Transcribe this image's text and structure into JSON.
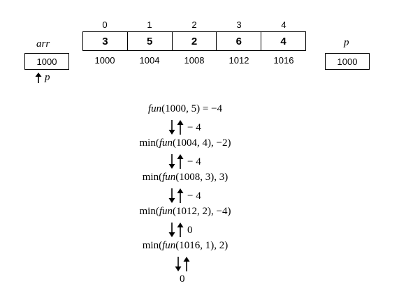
{
  "indices": [
    "0",
    "1",
    "2",
    "3",
    "4"
  ],
  "array_values": [
    "3",
    "5",
    "2",
    "6",
    "4"
  ],
  "addresses": [
    "1000",
    "1004",
    "1008",
    "1012",
    "1016"
  ],
  "arr_label": "arr",
  "arr_value": "1000",
  "arr_pointer_label": "p",
  "p_label": "p",
  "p_value": "1000",
  "trace": [
    {
      "pre": "",
      "fn": "fun",
      "args": "(1000, 5) = −4",
      "post": ""
    },
    {
      "pre": "min(",
      "fn": "fun",
      "args": "(1004, 4), −2)",
      "post": ""
    },
    {
      "pre": "min(",
      "fn": "fun",
      "args": "(1008, 3), 3)",
      "post": ""
    },
    {
      "pre": "min(",
      "fn": "fun",
      "args": "(1012, 2), −4)",
      "post": ""
    },
    {
      "pre": "min(",
      "fn": "fun",
      "args": "(1016, 1), 2)",
      "post": ""
    }
  ],
  "returns": [
    "− 4",
    "− 4",
    "− 4",
    "0",
    ""
  ],
  "final_value": "0"
}
